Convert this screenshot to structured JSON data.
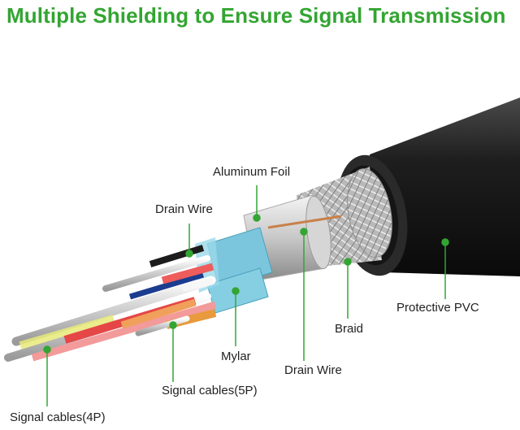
{
  "title": "Multiple Shielding to Ensure Signal Transmission",
  "accent_color": "#33a532",
  "labels": {
    "aluminum_foil": "Aluminum Foil",
    "drain_wire_top": "Drain Wire",
    "protective_pvc": "Protective PVC",
    "braid": "Braid",
    "mylar": "Mylar",
    "drain_wire_bottom": "Drain Wire",
    "signal_cables_5p": "Signal cables(5P)",
    "signal_cables_4p": "Signal cables(4P)"
  }
}
